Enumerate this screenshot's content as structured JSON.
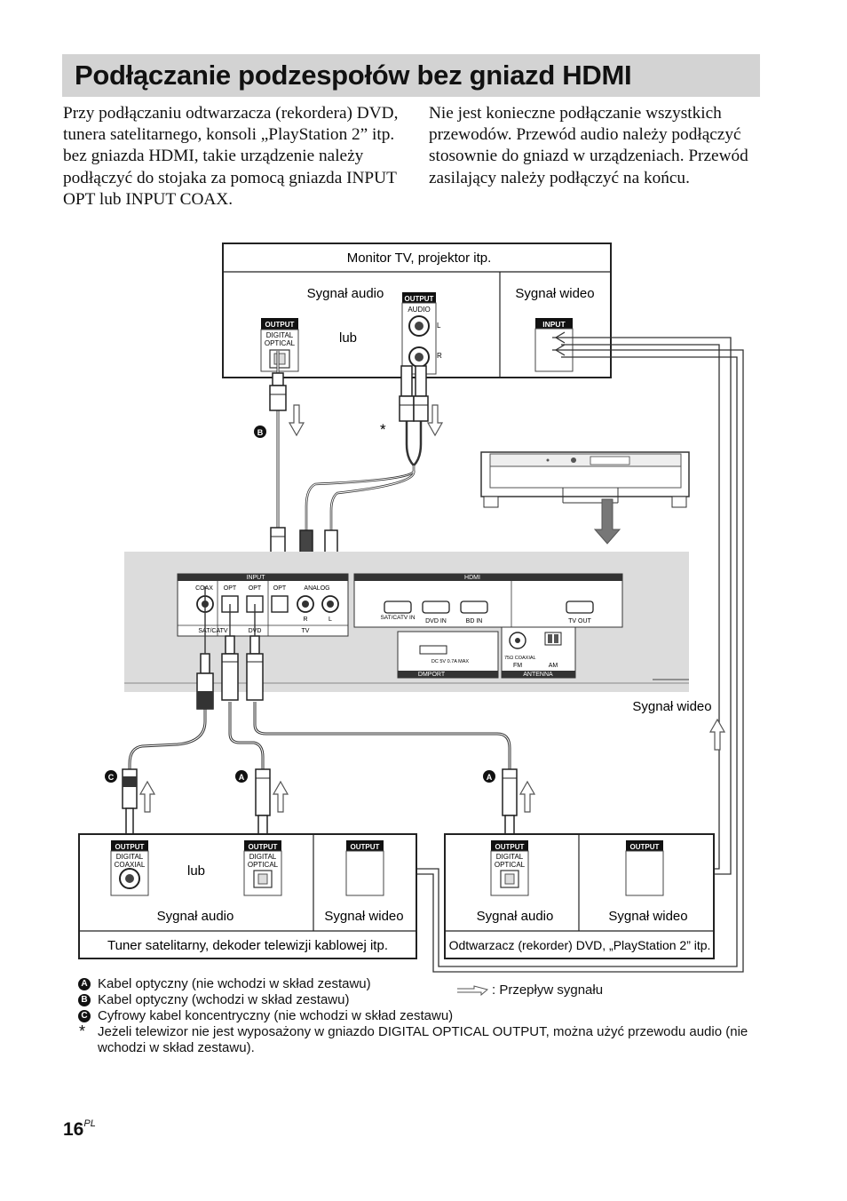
{
  "title": "Podłączanie podzespołów bez gniazd HDMI",
  "intro": {
    "left": "Przy podłączaniu odtwarzacza (rekordera) DVD, tunera satelitarnego, konsoli „PlayStation 2” itp. bez gniazda HDMI, takie urządzenie należy podłączyć do stojaka za pomocą gniazda INPUT OPT lub INPUT COAX.",
    "right": "Nie jest konieczne podłączanie wszystkich przewodów. Przewód audio należy podłączyć stosownie do gniazd w urządzeniach. Przewód zasilający należy podłączyć na końcu."
  },
  "tv_box": {
    "title": "Monitor TV, projektor itp.",
    "audio_label": "Sygnał audio",
    "video_label": "Sygnał wideo",
    "or_label": "lub",
    "output_tag": "OUTPUT",
    "digital": "DIGITAL",
    "optical": "OPTICAL",
    "audio_tag": "AUDIO",
    "l": "L",
    "r": "R",
    "input_tag": "INPUT"
  },
  "asterisk": "*",
  "badges": {
    "a": "A",
    "b": "B",
    "c": "C"
  },
  "stand_panel": {
    "input": "INPUT",
    "coax": "COAX",
    "opt1": "OPT",
    "opt2": "OPT",
    "opt3": "OPT",
    "analog": "ANALOG",
    "sat_catv": "SAT/CATV",
    "dvd": "DVD",
    "tv": "TV",
    "r": "R",
    "l": "L",
    "hdmi": "HDMI",
    "sat_catv_in": "SAT/CATV IN",
    "dvd_in": "DVD IN",
    "bd_in": "BD IN",
    "tv_out": "TV OUT",
    "dmport": "DMPORT",
    "dc": "DC 5V 0.7A MAX",
    "antenna": "ANTENNA",
    "coaxial75": "75Ω COAXIAL",
    "fm": "FM",
    "am": "AM"
  },
  "video_signal_right": "Sygnał wideo",
  "sat_box": {
    "output1": "OUTPUT",
    "digital1": "DIGITAL",
    "coaxial": "COAXIAL",
    "or_label": "lub",
    "output2": "OUTPUT",
    "digital2": "DIGITAL",
    "optical": "OPTICAL",
    "output3": "OUTPUT",
    "audio_label": "Sygnał audio",
    "video_label": "Sygnał wideo",
    "caption": "Tuner satelitarny, dekoder telewizji kablowej itp."
  },
  "dvd_box": {
    "output1": "OUTPUT",
    "digital": "DIGITAL",
    "optical": "OPTICAL",
    "output2": "OUTPUT",
    "audio_label": "Sygnał audio",
    "video_label": "Sygnał wideo",
    "caption": "Odtwarzacz (rekorder) DVD, „PlayStation 2” itp."
  },
  "legend": {
    "a": "Kabel optyczny (nie wchodzi w skład zestawu)",
    "b": "Kabel optyczny (wchodzi w skład zestawu)",
    "c": "Cyfrowy kabel koncentryczny (nie wchodzi w skład zestawu)",
    "note": "Jeżeli telewizor nie jest wyposażony w gniazdo DIGITAL OPTICAL OUTPUT, można użyć przewodu audio (nie wchodzi w skład zestawu).",
    "flow": ": Przepływ sygnału"
  },
  "page": {
    "number": "16",
    "suffix": "PL"
  }
}
